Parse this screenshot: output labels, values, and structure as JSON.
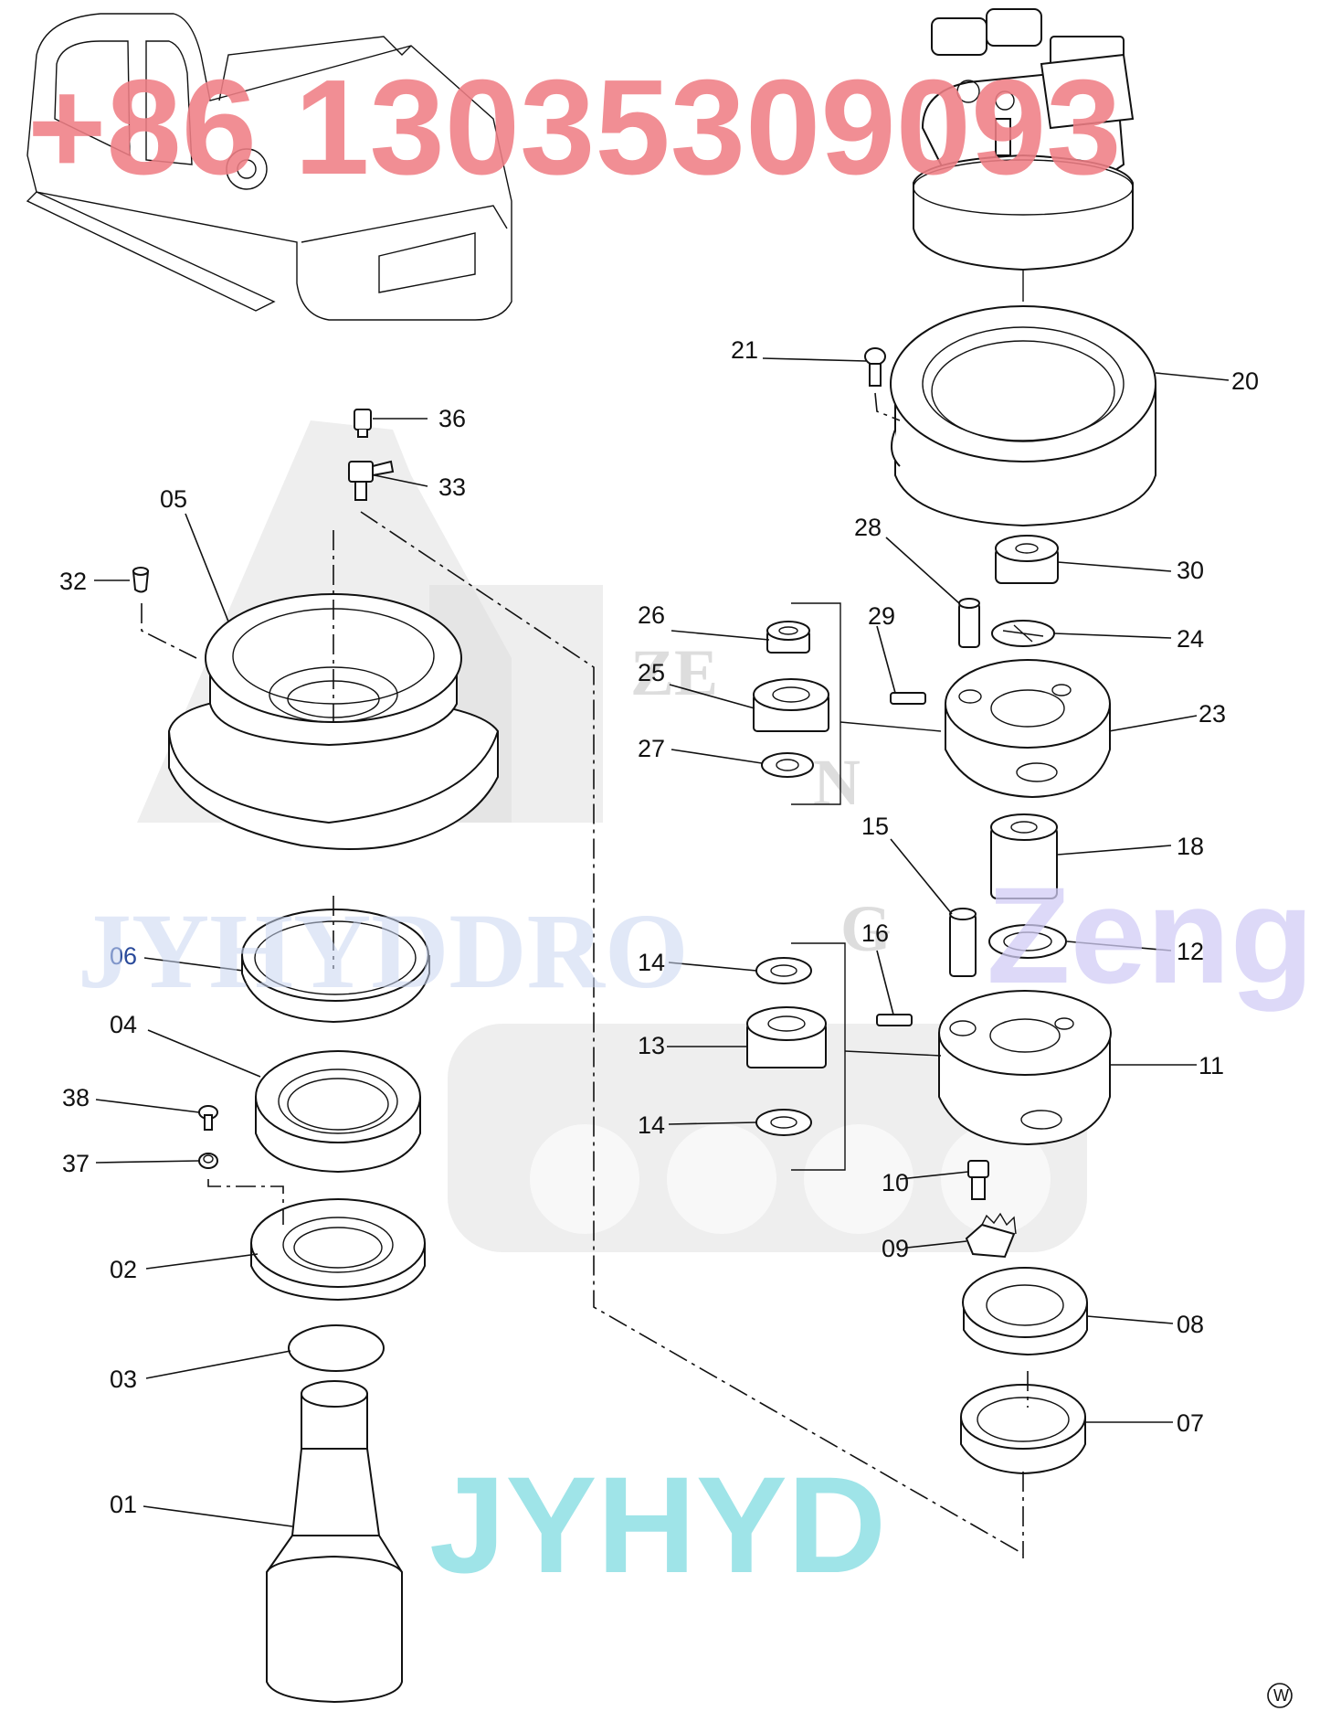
{
  "diagram": {
    "watermarks": {
      "phone": "+86 13035309093",
      "brand_bottom": "JYHYD",
      "brand_faint": "JYHYDDRO",
      "brand_right": "Zeng",
      "logo_letters": [
        "ZE",
        "N",
        "G"
      ]
    },
    "corner_mark": "W",
    "labels": {
      "p01": "01",
      "p02": "02",
      "p03": "03",
      "p04": "04",
      "p05": "05",
      "p06": "06",
      "p07": "07",
      "p08": "08",
      "p09": "09",
      "p10": "10",
      "p11": "11",
      "p12": "12",
      "p13": "13",
      "p14a": "14",
      "p14b": "14",
      "p15": "15",
      "p16": "16",
      "p18": "18",
      "p20": "20",
      "p21": "21",
      "p23": "23",
      "p24": "24",
      "p25": "25",
      "p26": "26",
      "p27": "27",
      "p28": "28",
      "p29": "29",
      "p30": "30",
      "p32": "32",
      "p33": "33",
      "p36": "36",
      "p37": "37",
      "p38": "38"
    },
    "colors": {
      "phone_watermark": "#f07f86",
      "brand_watermark": "#8fe0e4",
      "label_06": "#2a4a9a"
    }
  }
}
